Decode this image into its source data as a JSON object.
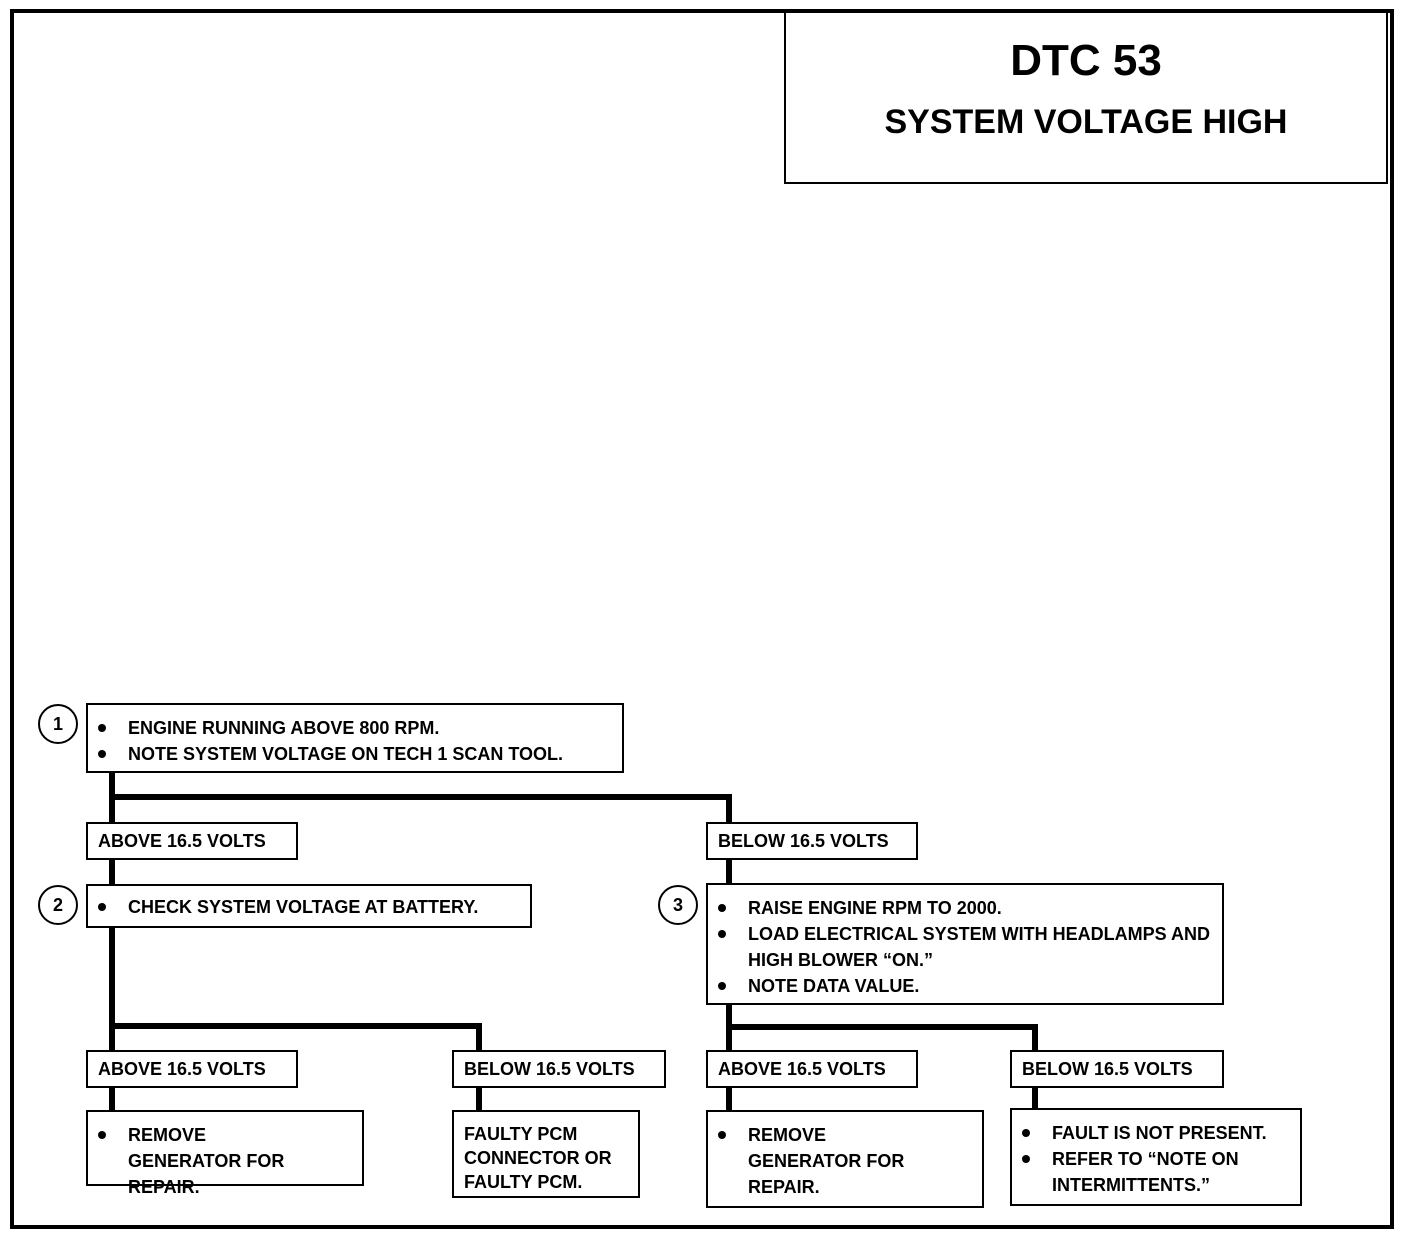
{
  "title": {
    "code": "DTC 53",
    "subtitle": "SYSTEM VOLTAGE HIGH"
  },
  "steps": [
    {
      "number": "1",
      "bullets": [
        "ENGINE RUNNING ABOVE 800 RPM.",
        "NOTE SYSTEM VOLTAGE ON TECH 1 SCAN TOOL."
      ]
    },
    {
      "number": "2",
      "bullets": [
        "CHECK SYSTEM VOLTAGE AT BATTERY."
      ]
    },
    {
      "number": "3",
      "bullets": [
        "RAISE ENGINE RPM TO 2000.",
        "LOAD ELECTRICAL SYSTEM WITH HEADLAMPS AND HIGH BLOWER “ON.”",
        "NOTE DATA VALUE."
      ]
    }
  ],
  "branches": {
    "s1_left": "ABOVE 16.5 VOLTS",
    "s1_right": "BELOW 16.5 VOLTS",
    "s2_left": "ABOVE 16.5 VOLTS",
    "s2_right": "BELOW 16.5 VOLTS",
    "s3_left": "ABOVE 16.5 VOLTS",
    "s3_right": "BELOW 16.5 VOLTS"
  },
  "outcomes": {
    "s2_left": [
      "REMOVE GENERATOR FOR REPAIR."
    ],
    "s2_right_lines": [
      "FAULTY PCM",
      "CONNECTOR OR",
      "FAULTY PCM."
    ],
    "s3_left": [
      "REMOVE GENERATOR FOR REPAIR."
    ],
    "s3_right": [
      "FAULT IS NOT PRESENT.",
      "REFER TO “NOTE ON INTERMITTENTS.”"
    ]
  }
}
